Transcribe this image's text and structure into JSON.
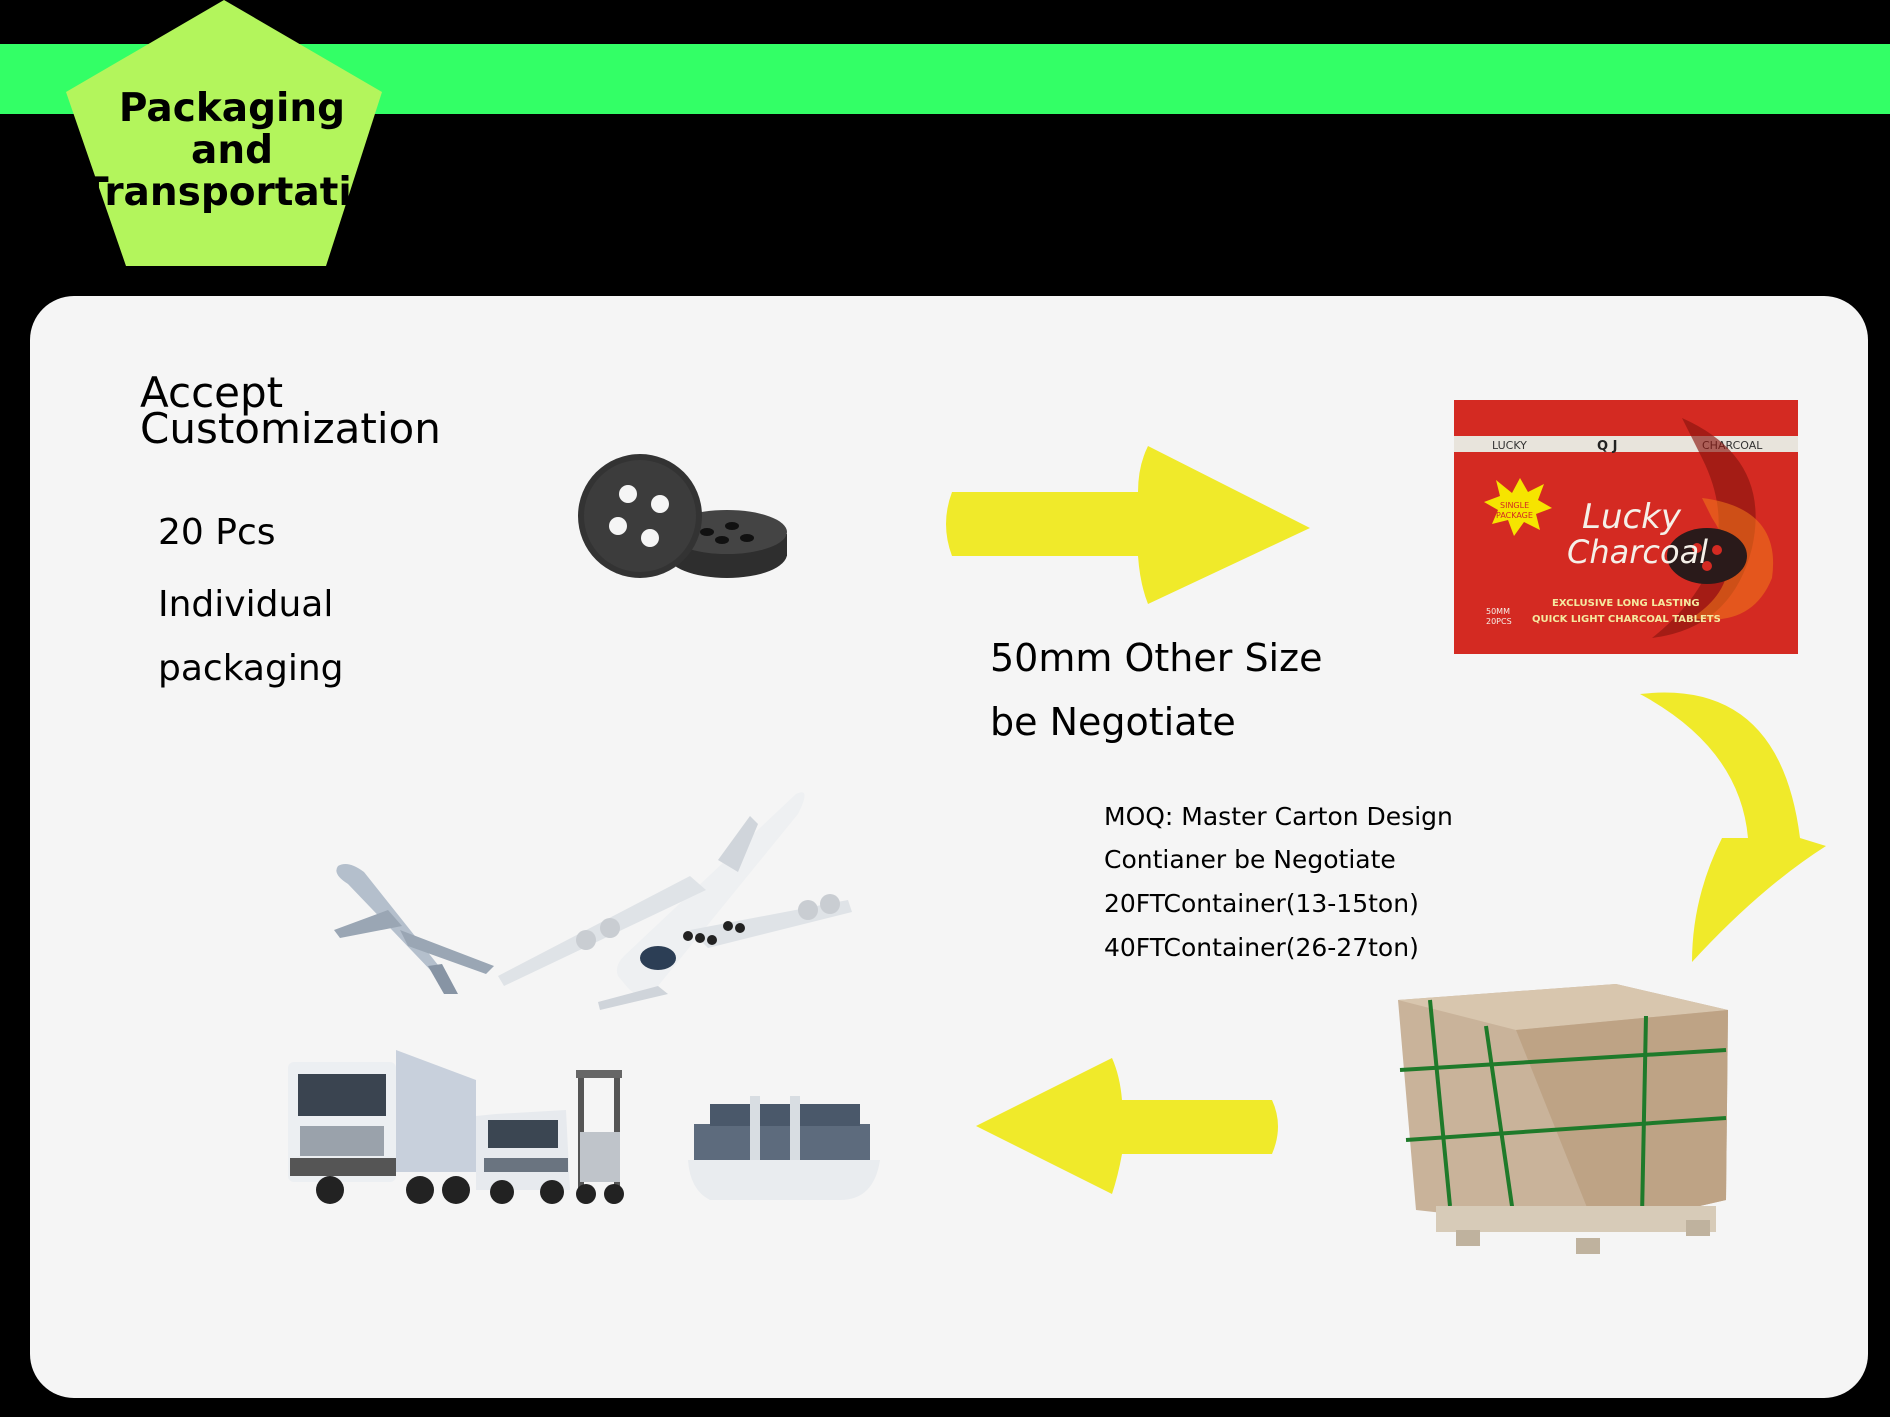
{
  "badge": {
    "title": "Packaging and\nTransportation"
  },
  "left": {
    "heading_line1": "Accept",
    "heading_line2": "Customization",
    "quantity": "20 Pcs",
    "packaging_line1": "Individual",
    "packaging_line2": "packaging"
  },
  "size_note": {
    "line1": "50mm Other Size",
    "line2": "be Negotiate"
  },
  "moq": {
    "line1": "MOQ: Master Carton Design",
    "line2": "Contianer be Negotiate",
    "line3": "20FTContainer(13-15ton)",
    "line4": "40FTContainer(26-27ton)"
  },
  "product_box": {
    "brand_left": "LUCKY",
    "brand_center": "Q J",
    "brand_right": "CHARCOAL",
    "script_line1": "Lucky",
    "script_line2": "Charcoal",
    "starburst_line1": "SINGLE",
    "starburst_line2": "PACKAGE",
    "size": "50MM",
    "pcs": "20PCS",
    "tagline1": "EXCLUSIVE LONG LASTING",
    "tagline2": "QUICK LIGHT CHARCOAL TABLETS"
  },
  "colors": {
    "band": "#33ff66",
    "badge": "#b3f55c",
    "arrow": "#f0ea2a",
    "panel": "#f5f5f5",
    "box_red": "#d42a22"
  }
}
